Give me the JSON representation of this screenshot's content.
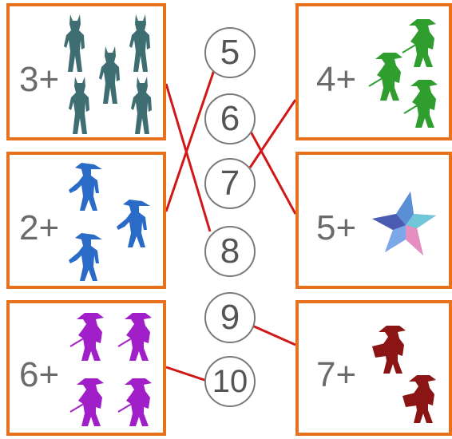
{
  "colors": {
    "card_border": "#e8711e",
    "line": "#d01818",
    "cats": "#3e6d72",
    "pirates": "#2a6bc7",
    "musketeers_purple": "#a11fc9",
    "musketeers_green": "#2f9e2f",
    "star": "#9a78d6",
    "musketeers_red": "#8b1414"
  },
  "cards": {
    "left": [
      {
        "label": "3+",
        "icon": "cat-silhouette-icon",
        "count": 5
      },
      {
        "label": "2+",
        "icon": "swashbuckler-silhouette-icon",
        "count": 3
      },
      {
        "label": "6+",
        "icon": "musketeer-silhouette-icon",
        "count": 4
      }
    ],
    "right": [
      {
        "label": "4+",
        "icon": "musketeer-silhouette-icon",
        "count": 3
      },
      {
        "label": "5+",
        "icon": "star-icon",
        "count": 1
      },
      {
        "label": "7+",
        "icon": "musketeer-silhouette-icon",
        "count": 2
      }
    ]
  },
  "numbers": [
    "5",
    "6",
    "7",
    "8",
    "9",
    "10"
  ]
}
